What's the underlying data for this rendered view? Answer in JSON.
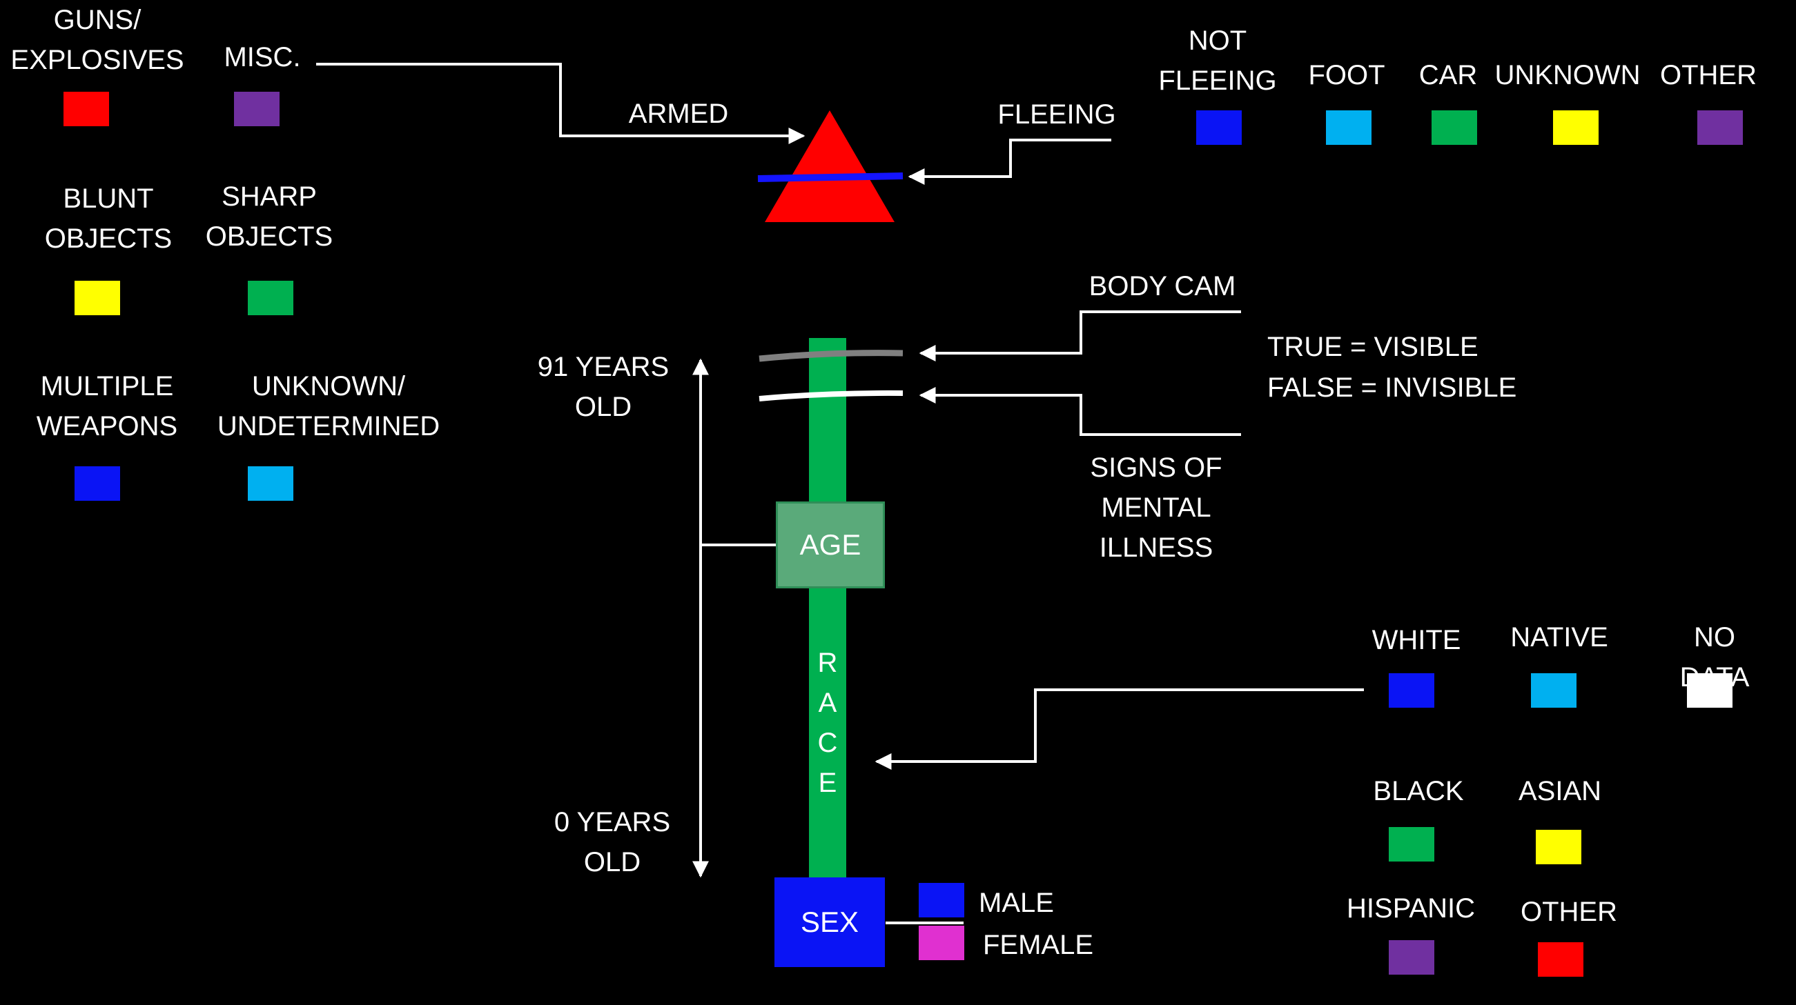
{
  "colors": {
    "red": "#ff0000",
    "purple": "#7030a0",
    "yellow": "#ffff00",
    "green": "#00b050",
    "blue": "#0a14f5",
    "cyan": "#00b0f0",
    "white": "#ffffff",
    "magenta": "#e030d0",
    "age_box": "#5aaa7a",
    "stem": "#00b050",
    "gray": "#808080"
  },
  "armed": {
    "label": "ARMED",
    "legend": [
      {
        "label": "GUNS/\nEXPLOSIVES",
        "color": "#ff0000"
      },
      {
        "label": "MISC.",
        "color": "#7030a0"
      },
      {
        "label": "BLUNT\nOBJECTS",
        "color": "#ffff00"
      },
      {
        "label": "SHARP\nOBJECTS",
        "color": "#00b050"
      },
      {
        "label": "MULTIPLE\nWEAPONS",
        "color": "#0a14f5"
      },
      {
        "label": "UNKNOWN/\nUNDETERMINED",
        "color": "#00b0f0"
      }
    ]
  },
  "fleeing": {
    "label": "FLEEING",
    "legend": [
      {
        "label": "NOT\nFLEEING",
        "color": "#0a14f5"
      },
      {
        "label": "FOOT",
        "color": "#00b0f0"
      },
      {
        "label": "CAR",
        "color": "#00b050"
      },
      {
        "label": "UNKNOWN",
        "color": "#ffff00"
      },
      {
        "label": "OTHER",
        "color": "#7030a0"
      }
    ]
  },
  "body_cam": {
    "label": "BODY CAM",
    "true_text": "TRUE = VISIBLE",
    "false_text": "FALSE = INVISIBLE"
  },
  "mental_illness": {
    "label": "SIGNS OF\nMENTAL\nILLNESS"
  },
  "age": {
    "label": "AGE",
    "max_label": "91 YEARS\nOLD",
    "min_label": "0 YEARS\nOLD"
  },
  "race": {
    "label": "R\nA\nC\nE",
    "legend": [
      {
        "label": "WHITE",
        "color": "#0a14f5"
      },
      {
        "label": "NATIVE",
        "color": "#00b0f0"
      },
      {
        "label": "NO DATA",
        "color": "#ffffff"
      },
      {
        "label": "BLACK",
        "color": "#00b050"
      },
      {
        "label": "ASIAN",
        "color": "#ffff00"
      },
      {
        "label": "HISPANIC",
        "color": "#7030a0"
      },
      {
        "label": "OTHER",
        "color": "#ff0000"
      }
    ]
  },
  "sex": {
    "label": "SEX",
    "legend": [
      {
        "label": "MALE",
        "color": "#0a14f5"
      },
      {
        "label": "FEMALE",
        "color": "#e030d0"
      }
    ]
  }
}
